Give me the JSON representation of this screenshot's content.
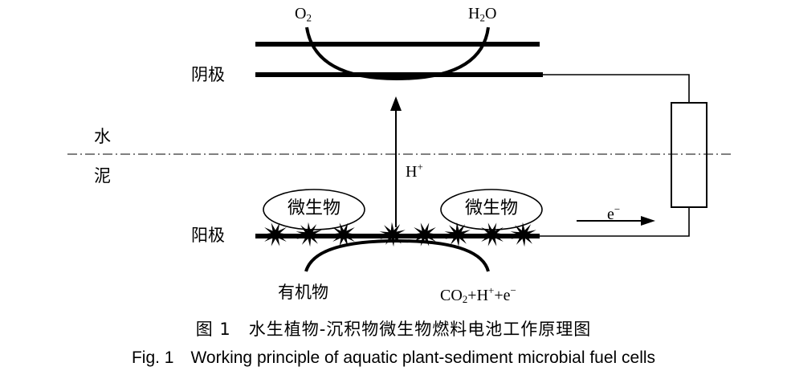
{
  "labels": {
    "o2": {
      "main": "O",
      "sub": "2"
    },
    "h2o": {
      "pre": "H",
      "sub": "2",
      "post": "O"
    },
    "cathode": "阴极",
    "water": "水",
    "mud": "泥",
    "proton": {
      "main": "H",
      "sup": "+"
    },
    "microbe_left": "微生物",
    "microbe_right": "微生物",
    "electron": {
      "main": "e",
      "sup": "−"
    },
    "anode": "阳极",
    "organic": "有机物",
    "products": {
      "co": "CO",
      "co_sub": "2",
      "plus1": "+",
      "h": "H",
      "h_sup": "+",
      "plus2": "+",
      "e": "e",
      "e_sup": "−"
    }
  },
  "caption": {
    "cn": "图 1　水生植物-沉积物微生物燃料电池工作原理图",
    "en": "Fig. 1　Working principle of aquatic plant-sediment microbial fuel cells"
  },
  "colors": {
    "ink": "#000000",
    "background": "#ffffff"
  }
}
